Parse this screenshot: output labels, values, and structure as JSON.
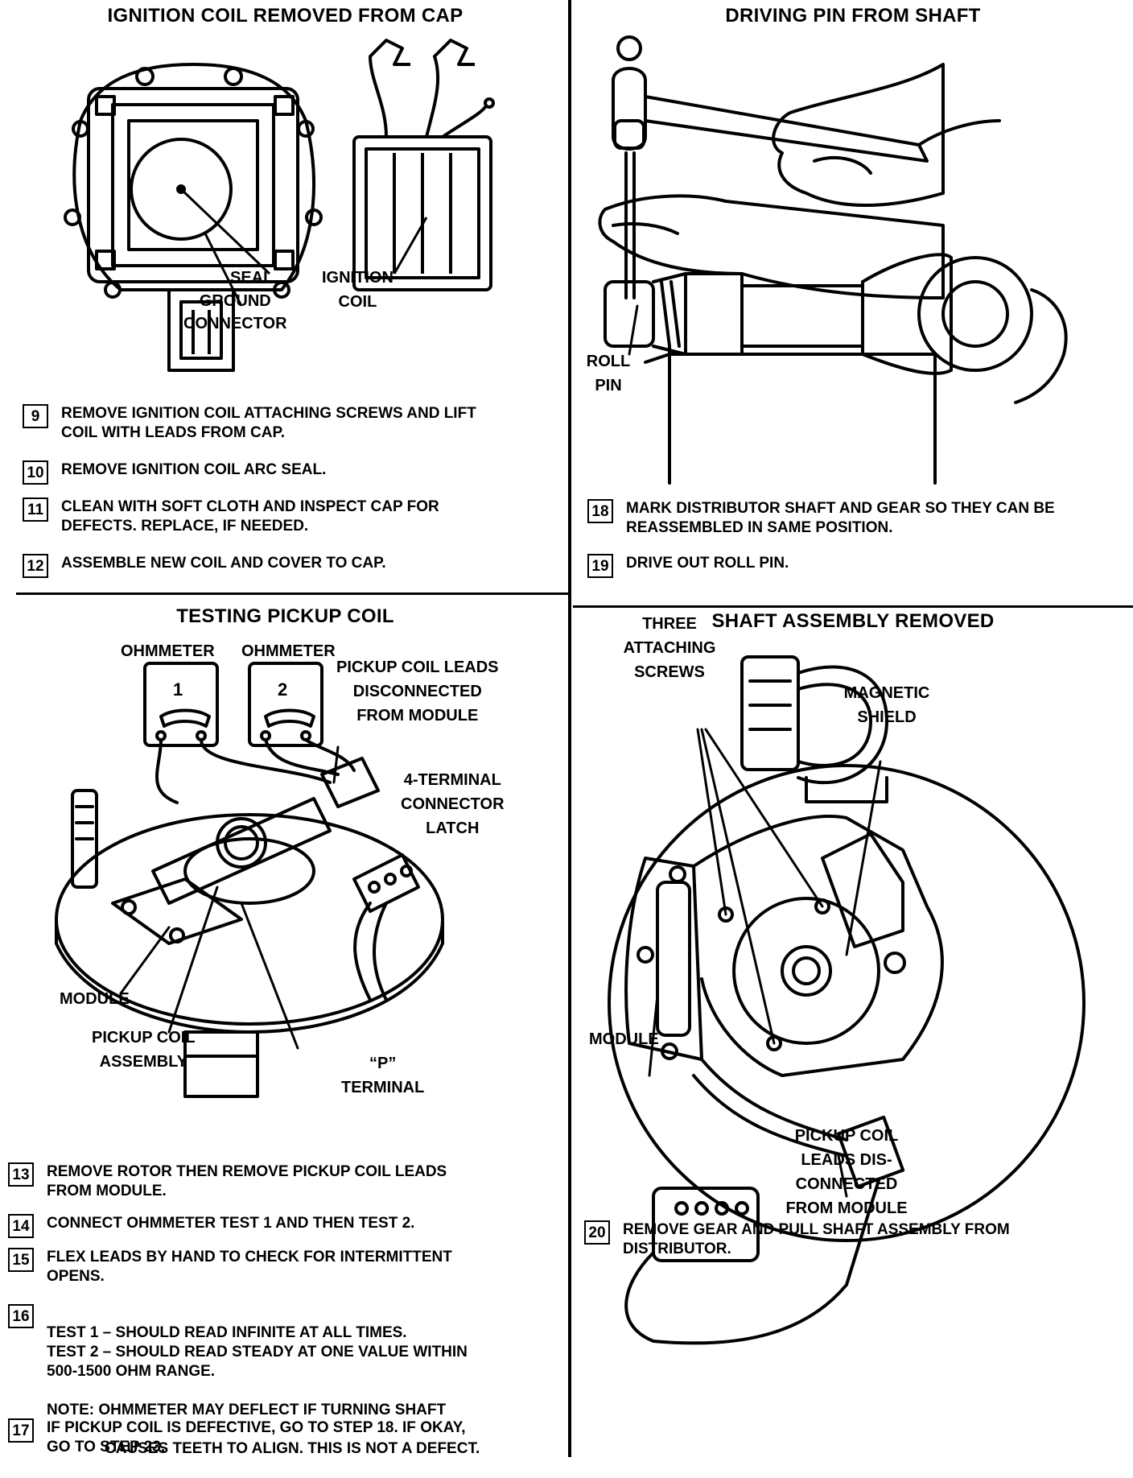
{
  "panels": {
    "tl": {
      "title": "IGNITION COIL REMOVED FROM CAP",
      "labels": {
        "seal": "SEAL",
        "ignition_coil": "IGNITION\nCOIL",
        "ground_connector": "GROUND\nCONNECTOR"
      },
      "steps": [
        {
          "num": "9",
          "text": "REMOVE IGNITION COIL ATTACHING SCREWS AND LIFT\nCOIL WITH LEADS FROM CAP."
        },
        {
          "num": "10",
          "text": "REMOVE IGNITION COIL ARC SEAL."
        },
        {
          "num": "11",
          "text": "CLEAN WITH SOFT CLOTH AND INSPECT CAP FOR\nDEFECTS. REPLACE, IF NEEDED."
        },
        {
          "num": "12",
          "text": "ASSEMBLE NEW COIL AND COVER TO CAP."
        }
      ]
    },
    "tr": {
      "title": "DRIVING PIN FROM SHAFT",
      "labels": {
        "roll_pin": "ROLL\nPIN"
      },
      "steps": [
        {
          "num": "18",
          "text": "MARK DISTRIBUTOR SHAFT AND GEAR SO THEY CAN BE\nREASSEMBLED IN SAME POSITION."
        },
        {
          "num": "19",
          "text": "DRIVE OUT ROLL PIN."
        }
      ]
    },
    "bl": {
      "title": "TESTING PICKUP COIL",
      "labels": {
        "ohmmeter1": "OHMMETER",
        "ohmmeter2": "OHMMETER",
        "meter1_num": "1",
        "meter2_num": "2",
        "leads_disconnected": "PICKUP COIL LEADS\nDISCONNECTED\nFROM MODULE",
        "connector_latch": "4-TERMINAL\nCONNECTOR\nLATCH",
        "module": "MODULE",
        "pickup_assembly": "PICKUP COIL\nASSEMBLY",
        "p_terminal": "“P”\nTERMINAL"
      },
      "steps": [
        {
          "num": "13",
          "text": "REMOVE ROTOR THEN REMOVE PICKUP COIL LEADS\nFROM MODULE."
        },
        {
          "num": "14",
          "text": "CONNECT OHMMETER TEST 1 AND THEN TEST 2."
        },
        {
          "num": "15",
          "text": "FLEX LEADS BY HAND TO CHECK FOR INTERMITTENT\nOPENS."
        },
        {
          "num": "16",
          "text": "TEST 1 – SHOULD READ INFINITE AT ALL TIMES.\nTEST 2 – SHOULD READ STEADY AT ONE VALUE WITHIN\n500-1500 OHM RANGE.",
          "note1": "NOTE: OHMMETER MAY DEFLECT IF TURNING SHAFT",
          "note2": "CAUSES TEETH TO ALIGN. THIS IS NOT A DEFECT."
        },
        {
          "num": "17",
          "text": "IF PICKUP COIL IS DEFECTIVE, GO TO STEP 18. IF OKAY,\nGO TO STEP 23."
        }
      ]
    },
    "br": {
      "title": "SHAFT ASSEMBLY REMOVED",
      "labels": {
        "three_screws": "THREE\nATTACHING\nSCREWS",
        "magnetic_shield": "MAGNETIC\nSHIELD",
        "module": "MODULE",
        "pickup_leads": "PICKUP COIL\nLEADS DIS-\nCONNECTED\nFROM MODULE"
      },
      "steps": [
        {
          "num": "20",
          "text": "REMOVE GEAR AND PULL SHAFT ASSEMBLY FROM\nDISTRIBUTOR."
        }
      ]
    }
  }
}
